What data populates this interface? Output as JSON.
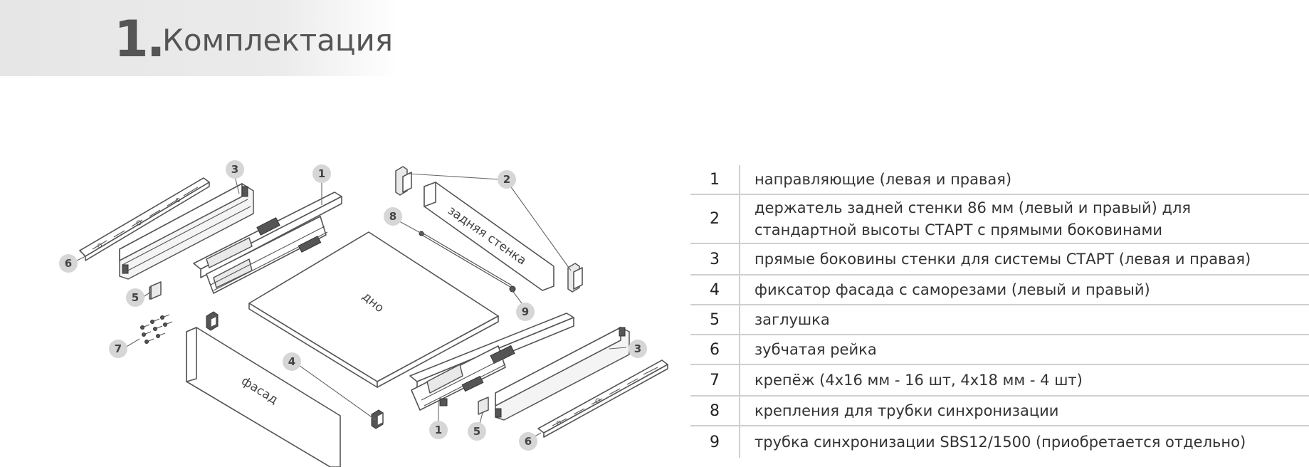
{
  "header": {
    "number": "1.",
    "title": "Комплектация"
  },
  "diagram": {
    "labels": {
      "back_panel": "задняя стенка",
      "bottom": "дно",
      "front": "фасад"
    },
    "callouts": {
      "c1a": "1",
      "c1b": "1",
      "c2": "2",
      "c3a": "3",
      "c3b": "3",
      "c4": "4",
      "c5a": "5",
      "c5b": "5",
      "c6a": "6",
      "c6b": "6",
      "c7": "7",
      "c8": "8",
      "c9": "9"
    }
  },
  "legend": [
    {
      "num": "1",
      "text": "направляющие (левая и правая)"
    },
    {
      "num": "2",
      "text": "держатель задней стенки 86 мм (левый и правый) для\nстандартной высоты СТАРТ с прямыми боковинами"
    },
    {
      "num": "3",
      "text": "прямые боковины стенки для системы СТАРТ (левая и правая)"
    },
    {
      "num": "4",
      "text": "фиксатор фасада с саморезами (левый и правый)"
    },
    {
      "num": "5",
      "text": "заглушка"
    },
    {
      "num": "6",
      "text": "зубчатая рейка"
    },
    {
      "num": "7",
      "text": "крепёж (4х16 мм - 16 шт, 4х18 мм - 4 шт)"
    },
    {
      "num": "8",
      "text": "крепления для трубки синхронизации"
    },
    {
      "num": "9",
      "text": "трубка синхронизации SBS12/1500 (приобретается отдельно)"
    }
  ]
}
